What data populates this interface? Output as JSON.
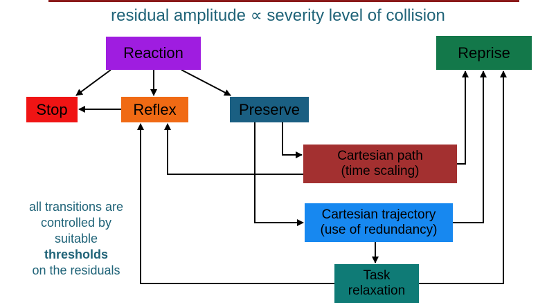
{
  "title": "residual amplitude ∝ severity level of collision",
  "boxes": {
    "reaction": "Reaction",
    "reprise": "Reprise",
    "stop": "Stop",
    "reflex": "Reflex",
    "preserve": "Preserve",
    "cartesian_path_line1": "Cartesian path",
    "cartesian_path_line2": "(time scaling)",
    "cartesian_traj_line1": "Cartesian trajectory",
    "cartesian_traj_line2": "(use of redundancy)",
    "task_line1": "Task",
    "task_line2": "relaxation"
  },
  "note": {
    "line1": "all transitions are",
    "line2": "controlled by",
    "line3": "suitable",
    "bold": "thresholds",
    "line5": "on the residuals"
  },
  "colors": {
    "reaction": "#9f1de0",
    "reprise": "#13784a",
    "stop": "#f01414",
    "reflex": "#f06a14",
    "preserve": "#1a5f82",
    "cartesian_path": "#a33030",
    "cartesian_trajectory": "#1788f0",
    "task_relaxation": "#0f7b76",
    "text_accent": "#1f6378"
  }
}
